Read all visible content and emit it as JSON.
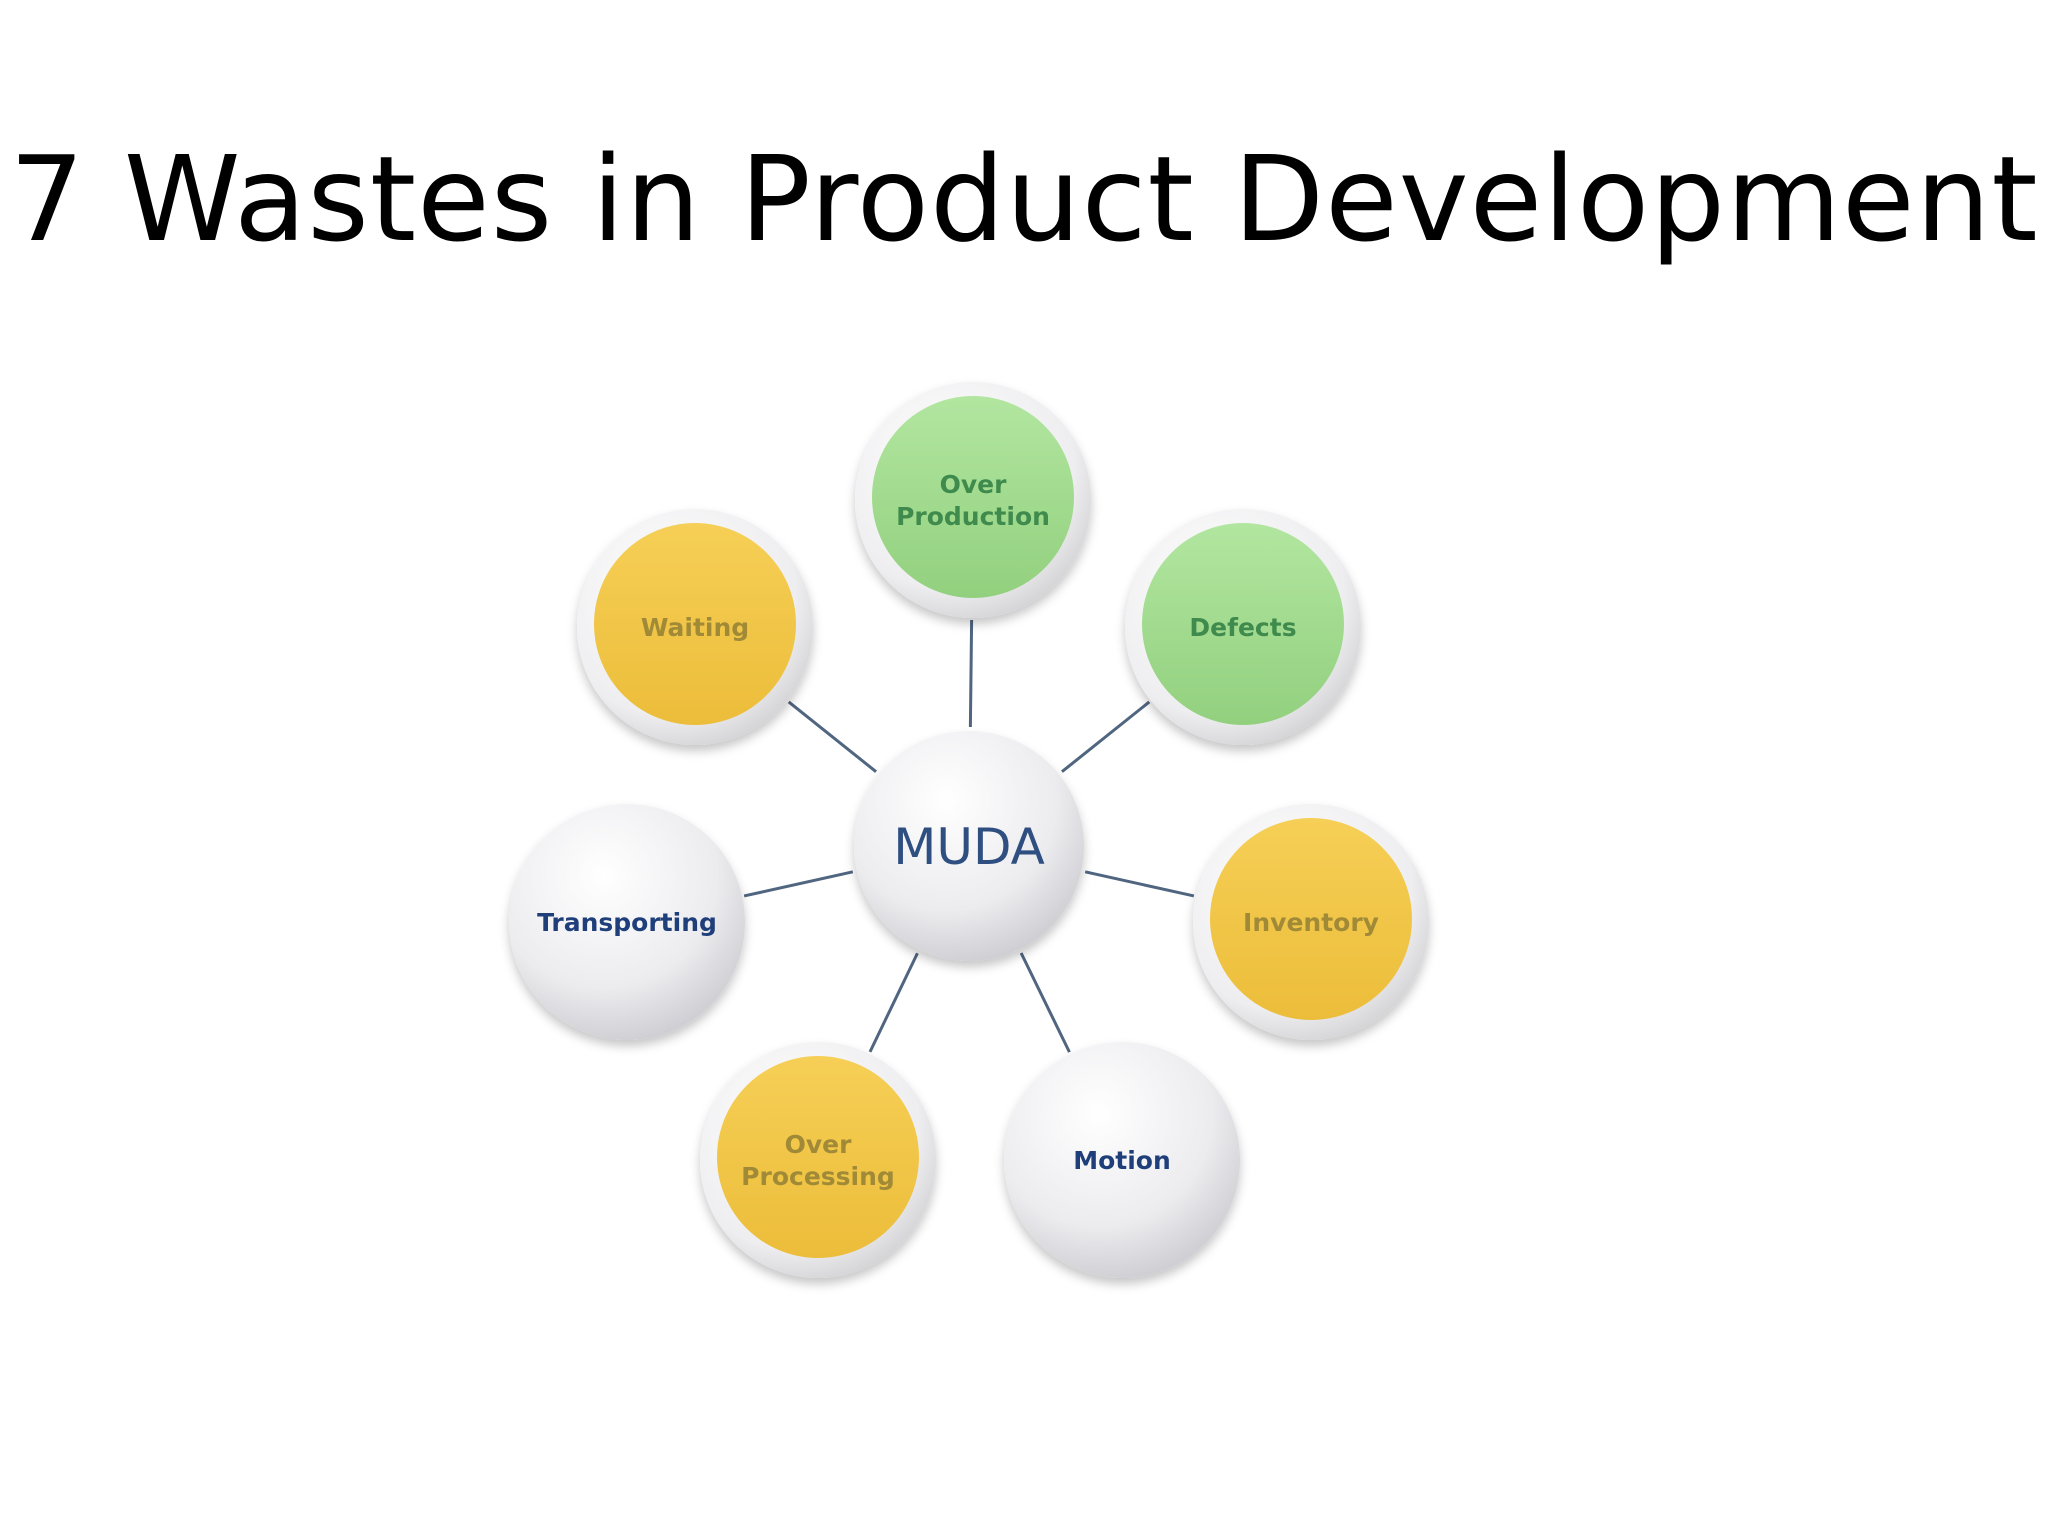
{
  "title": "7 Wastes in Product Development",
  "diagram": {
    "hub": {
      "label": "MUDA",
      "style": "gray"
    },
    "nodes": [
      {
        "id": "over-production",
        "lines": [
          "Over",
          "Production"
        ],
        "style": "green"
      },
      {
        "id": "defects",
        "lines": [
          "Defects"
        ],
        "style": "green"
      },
      {
        "id": "inventory",
        "lines": [
          "Inventory"
        ],
        "style": "yellow"
      },
      {
        "id": "motion",
        "lines": [
          "Motion"
        ],
        "style": "gray"
      },
      {
        "id": "over-processing",
        "lines": [
          "Over",
          "Processing"
        ],
        "style": "yellow"
      },
      {
        "id": "transporting",
        "lines": [
          "Transporting"
        ],
        "style": "gray"
      },
      {
        "id": "waiting",
        "lines": [
          "Waiting"
        ],
        "style": "yellow"
      }
    ],
    "colors": {
      "green": "#a6dd92",
      "green_text": "#3f8a4d",
      "yellow": "#f2c744",
      "yellow_text": "#a08a37",
      "gray_text": "#1f3f7a",
      "hub_text": "#2f4f80",
      "connector": "#4f6580"
    }
  }
}
